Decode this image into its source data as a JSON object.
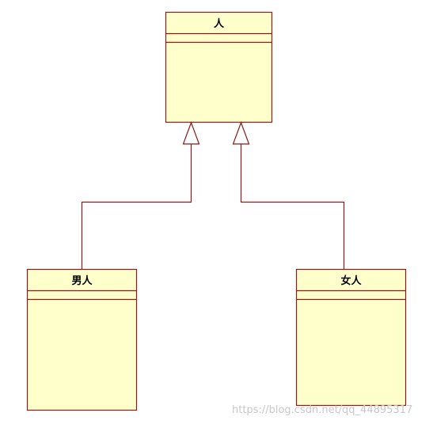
{
  "classes": {
    "parent": {
      "name": "人"
    },
    "male": {
      "name": "男人"
    },
    "female": {
      "name": "女人"
    }
  },
  "watermark": "https://blog.csdn.net/qq_44895317",
  "colors": {
    "box_fill": "#ffffcc",
    "box_stroke": "#8b1a1a",
    "watermark": "#c8c8c8"
  }
}
